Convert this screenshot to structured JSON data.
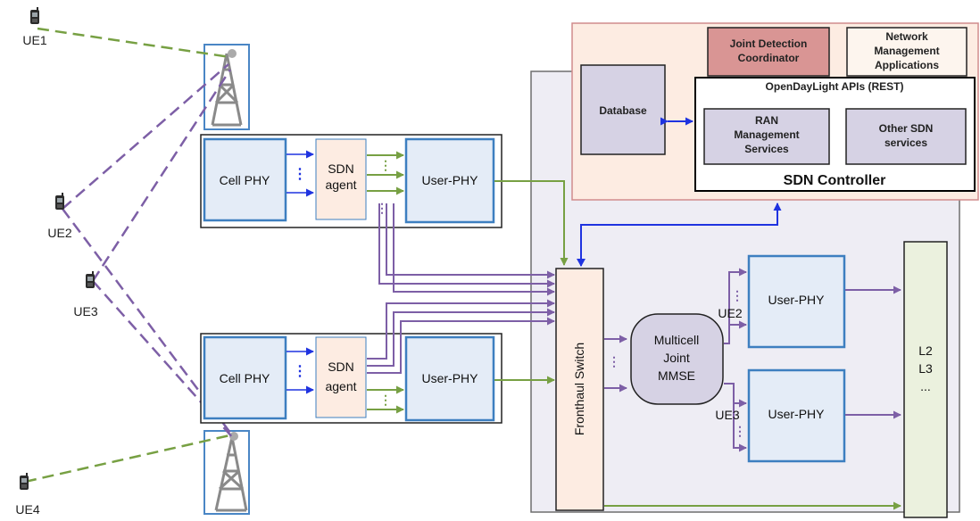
{
  "ues": {
    "ue1": "UE1",
    "ue2": "UE2",
    "ue3": "UE3",
    "ue4": "UE4"
  },
  "top_chain": {
    "cell_phy": "Cell PHY",
    "sdn_agent_line1": "SDN",
    "sdn_agent_line2": "agent",
    "user_phy": "User-PHY"
  },
  "bottom_chain": {
    "cell_phy": "Cell PHY",
    "sdn_agent_line1": "SDN",
    "sdn_agent_line2": "agent",
    "user_phy": "User-PHY"
  },
  "controller": {
    "joint_detection_line1": "Joint Detection",
    "joint_detection_line2": "Coordinator",
    "nma_line1": "Network",
    "nma_line2": "Management",
    "nma_line3": "Applications",
    "database": "Database",
    "apis_title": "OpenDayLight APIs (REST)",
    "ran_line1": "RAN",
    "ran_line2": "Management",
    "ran_line3": "Services",
    "other_line1": "Other SDN",
    "other_line2": "services",
    "title": "SDN Controller"
  },
  "processing": {
    "fronthaul_switch": "Fronthaul Switch",
    "mmse_line1": "Multicell",
    "mmse_line2": "Joint",
    "mmse_line3": "MMSE",
    "ue2_label": "UE2",
    "ue3_label": "UE3",
    "user_phy_upper": "User-PHY",
    "user_phy_lower": "User-PHY",
    "layers_line1": "L2",
    "layers_line2": "L3",
    "layers_line3": "..."
  },
  "colors": {
    "green_link": "#77a043",
    "purple_link": "#7d5fa6",
    "blue_link": "#1f33e0",
    "box_blue": "#3d7fc0",
    "box_fill": "#e4ecf7",
    "jdc_fill": "#d99594",
    "controller_fill": "#fdece2"
  }
}
